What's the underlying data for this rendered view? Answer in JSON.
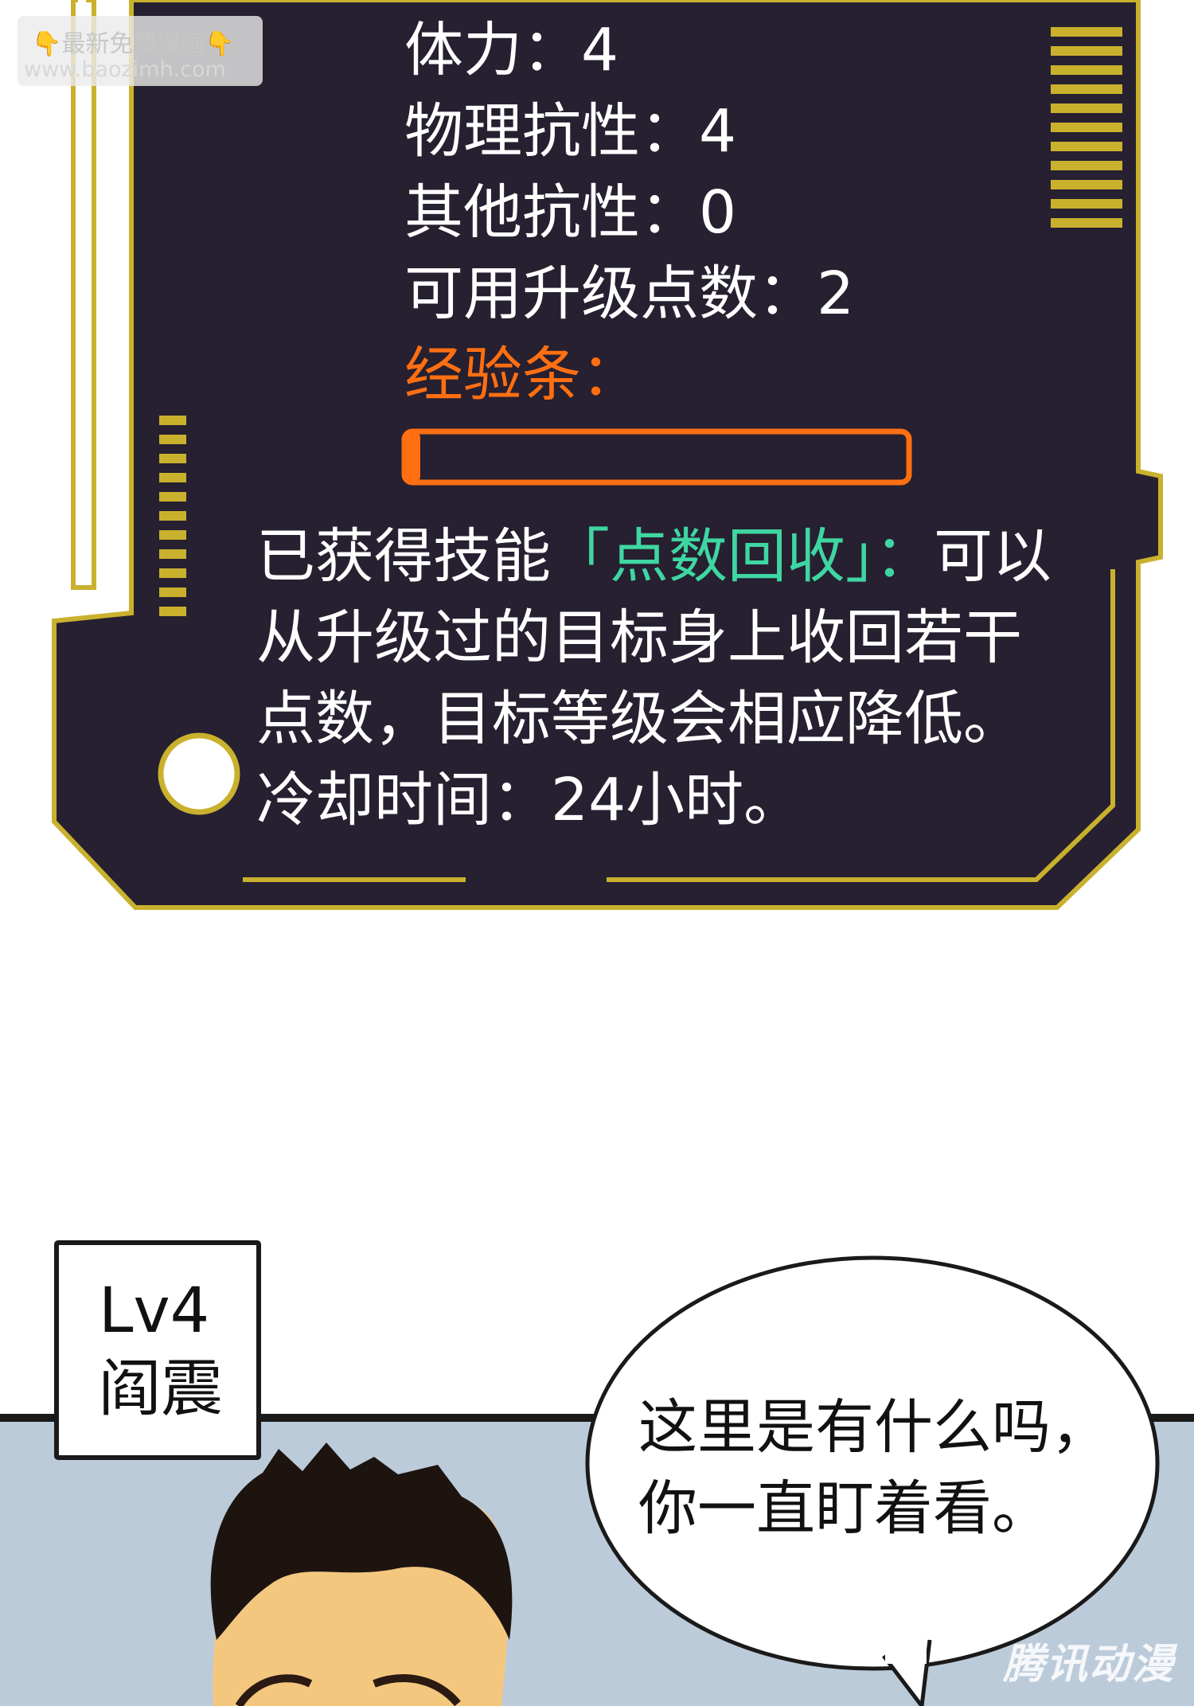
{
  "watermark": {
    "line1": "👇最新免费漫画👇",
    "line2": "www.baozimh.com"
  },
  "stats": [
    {
      "label": "体力",
      "sep": "：",
      "value": "4"
    },
    {
      "label": "物理抗性",
      "sep": "：",
      "value": "4"
    },
    {
      "label": "其他抗性",
      "sep": "：",
      "value": "0"
    },
    {
      "label": "可用升级点数",
      "sep": "：",
      "value": "2"
    }
  ],
  "exp": {
    "label": "经验条：",
    "progress": 0
  },
  "skill": {
    "prefix": "已获得技能",
    "name": "「点数回收」：",
    "line1_end": "可以",
    "line2": "从升级过的目标身上收回若干",
    "line3": "点数，目标等级会相应降低。",
    "line4": "冷却时间：24小时。"
  },
  "character": {
    "level": "Lv4",
    "name": "阎震"
  },
  "dialogue": {
    "line1": "这里是有什么吗，",
    "line2": "你一直盯着看。"
  },
  "brand": "腾讯动漫",
  "colors": {
    "panel": "#262030",
    "frame": "#c9b12e",
    "exp_bar": "#ff6f12",
    "skill_highlight": "#3fd6a2",
    "scene_bg": "#bccbd9"
  }
}
